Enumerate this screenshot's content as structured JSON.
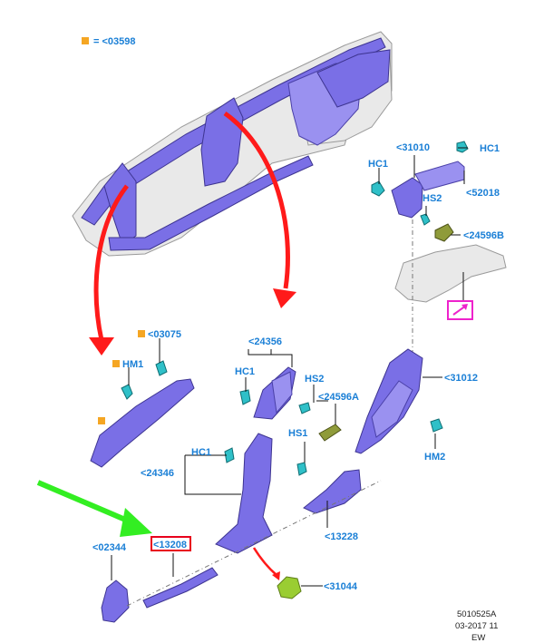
{
  "legend": {
    "text": "= <03598",
    "swatch_color": "#f5a623"
  },
  "labels": {
    "l31010": "<31010",
    "hc1_a": "HC1",
    "hc1_b": "HC1",
    "hs2_a": "HS2",
    "l52018": "<52018",
    "l24596b": "<24596B",
    "l03075": "<03075",
    "hm1": "HM1",
    "l24356": "<24356",
    "hc1_c": "HC1",
    "hs2_b": "HS2",
    "l24596a": "<24596A",
    "l31012": "<31012",
    "hc1_d": "HC1",
    "hs1": "HS1",
    "l24346": "<24346",
    "hm2": "HM2",
    "l13228": "<13228",
    "l02344": "<02344",
    "l13208": "<13208",
    "l31044": "<31044"
  },
  "footer": {
    "code": "5010525A",
    "date": "03-2017 11",
    "tag": "EW"
  },
  "colors": {
    "label_blue": "#1a7fd6",
    "part_purple": "#7a6fe6",
    "clip_cyan": "#2fc0c8",
    "arrow_red": "#ff1a1a",
    "arrow_green": "#33ee22",
    "highlight_red": "#e8001c",
    "highlight_magenta": "#ee22cc",
    "marker_orange": "#f5a623"
  }
}
